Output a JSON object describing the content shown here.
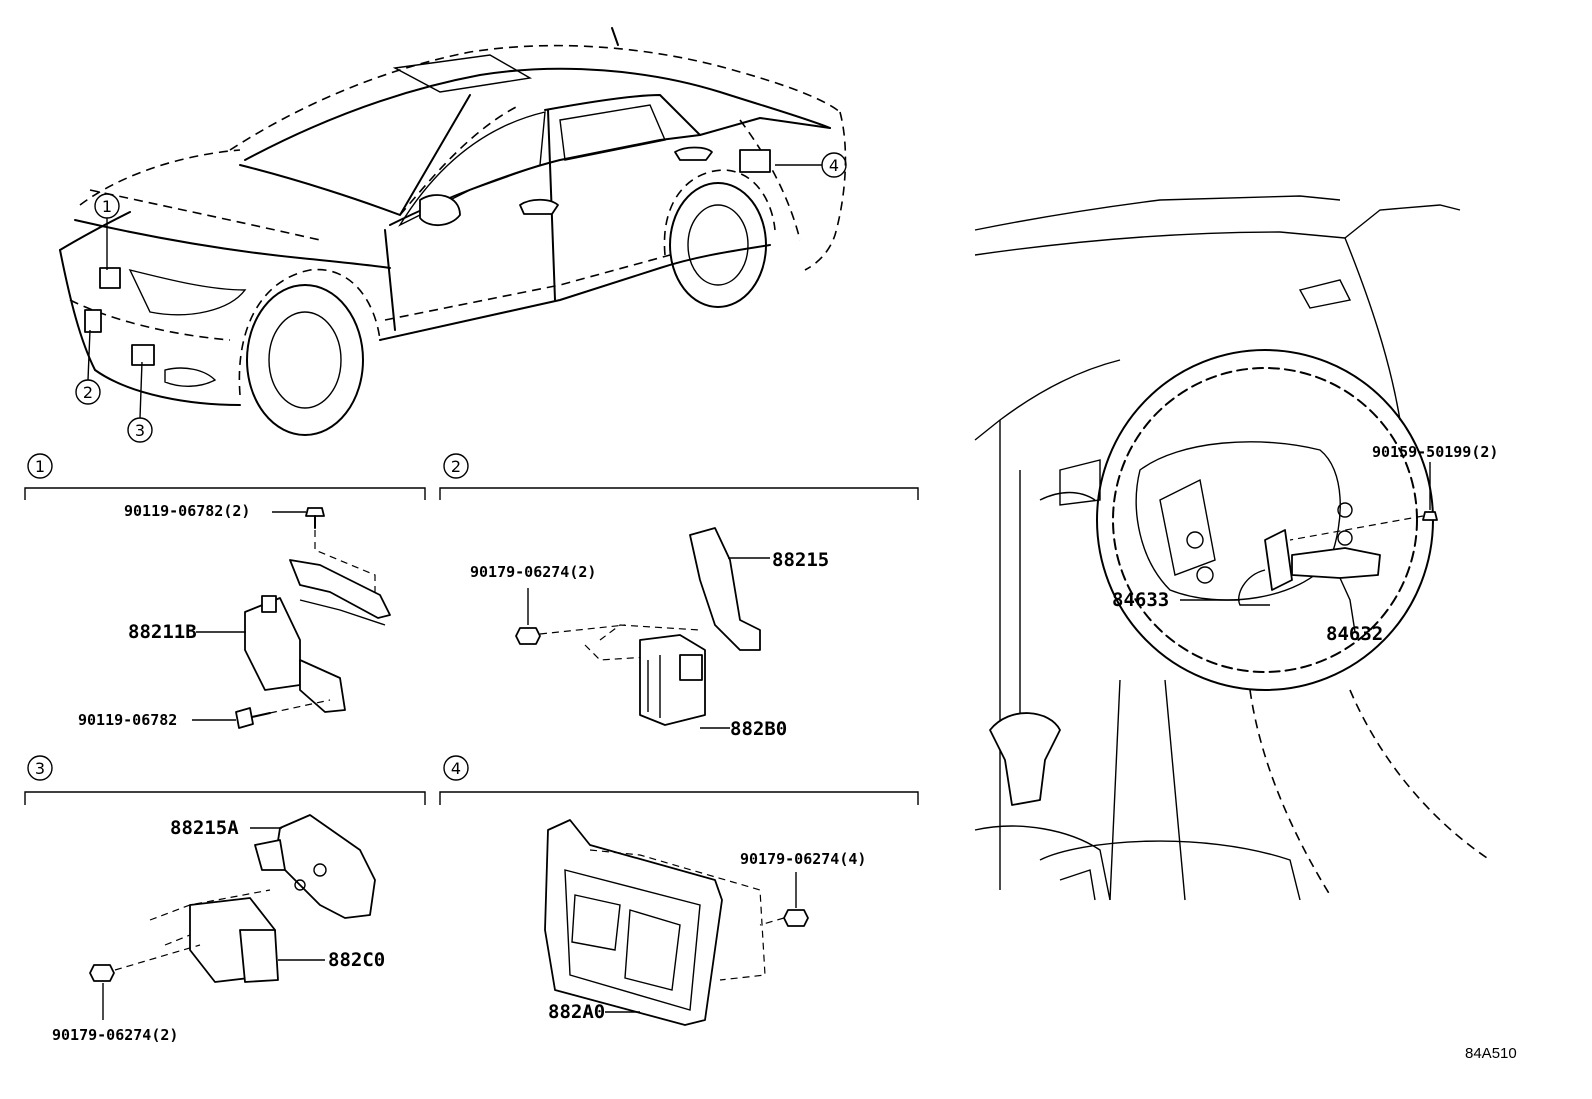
{
  "callouts": [
    "1",
    "2",
    "3",
    "4"
  ],
  "parts": {
    "bolt_1_top": "90119-06782(2)",
    "sensor_1": "88211B",
    "bolt_1_bottom": "90119-06782",
    "nut_2": "90179-06274(2)",
    "bracket_2": "88215",
    "sensor_2": "882B0",
    "bracket_3": "88215A",
    "sensor_3": "882C0",
    "nut_3": "90179-06274(2)",
    "nut_4": "90179-06274(4)",
    "sensor_4": "882A0",
    "screw_steering": "90159-50199(2)",
    "switch_steering": "84632",
    "wire_steering": "84633"
  },
  "figure_code": "84A510"
}
